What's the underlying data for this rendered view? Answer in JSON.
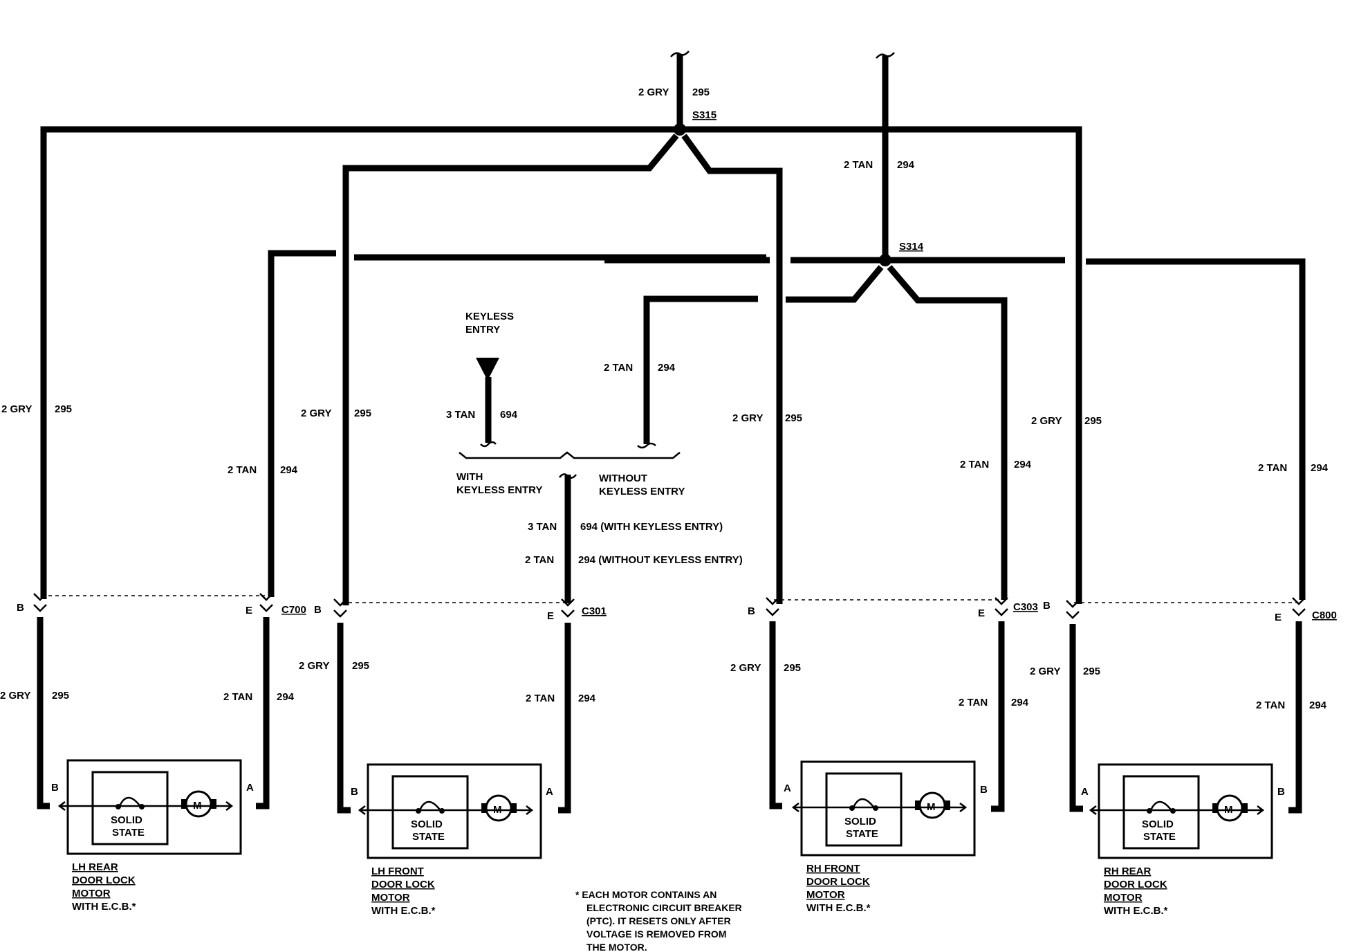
{
  "splices": {
    "s315": "S315",
    "s314": "S314"
  },
  "connectors": {
    "c700": "C700",
    "c301": "C301",
    "c303": "C303",
    "c800": "C800"
  },
  "feeds": {
    "gry_top_color": "2 GRY",
    "gry_top_circuit": "295",
    "tan_top_color": "2 TAN",
    "tan_top_circuit": "294",
    "tan_mid_color": "2 TAN",
    "tan_mid_circuit": "294"
  },
  "keyless": {
    "title_line1": "KEYLESS",
    "title_line2": "ENTRY",
    "wire_color": "3 TAN",
    "wire_circuit": "694",
    "with_line1": "WITH",
    "with_line2": "KEYLESS ENTRY",
    "without_line1": "WITHOUT",
    "without_line2": "KEYLESS ENTRY",
    "down_color_a": "3 TAN",
    "down_circuit_a": "694 (WITH KEYLESS ENTRY)",
    "down_color_b": "2 TAN",
    "down_circuit_b": "294 (WITHOUT KEYLESS ENTRY)"
  },
  "wire_labels": {
    "gry": "2 GRY",
    "tan": "2 TAN",
    "c295": "295",
    "c294": "294"
  },
  "pins": {
    "a": "A",
    "b": "B",
    "e": "E"
  },
  "motor": {
    "solid1": "SOLID",
    "solid2": "STATE",
    "m": "M"
  },
  "motors": [
    {
      "line1": "LH REAR",
      "line2": "DOOR LOCK",
      "line3": "MOTOR",
      "line4": "WITH E.C.B.*"
    },
    {
      "line1": "LH FRONT",
      "line2": "DOOR LOCK",
      "line3": "MOTOR",
      "line4": "WITH E.C.B.*"
    },
    {
      "line1": "RH FRONT",
      "line2": "DOOR LOCK",
      "line3": "MOTOR",
      "line4": "WITH E.C.B.*"
    },
    {
      "line1": "RH REAR",
      "line2": "DOOR LOCK",
      "line3": "MOTOR",
      "line4": "WITH E.C.B.*"
    }
  ],
  "footnote": [
    "*  EACH MOTOR CONTAINS AN",
    "ELECTRONIC CIRCUIT BREAKER",
    "(PTC). IT RESETS ONLY AFTER",
    "VOLTAGE IS REMOVED FROM",
    "THE MOTOR."
  ]
}
